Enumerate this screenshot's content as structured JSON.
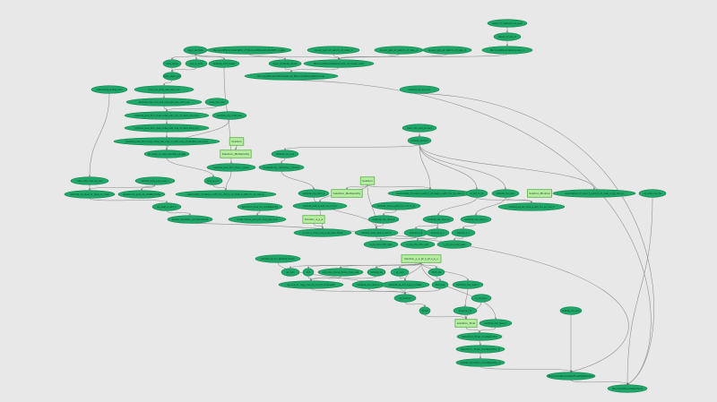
{
  "colors": {
    "background": "#e8e8e8",
    "node_fill": "#1fa86a",
    "box_fill": "#b6eda0",
    "edge": "#8a8a8a"
  },
  "nodes": [
    {
      "id": "t1",
      "label": "label_of_network_no_pad",
      "shape": "ellipse"
    },
    {
      "id": "t2",
      "label": "label_of_nk_id",
      "shape": "ellipse"
    },
    {
      "id": "t3",
      "label": "BernoulliParameterLinear_1",
      "shape": "ellipse"
    },
    {
      "id": "t4",
      "label": "layer_lambda",
      "shape": "ellipse"
    },
    {
      "id": "t5",
      "label": "BernoulliParameterWith_of_BernoulliParameterWith_logits",
      "shape": "ellipse"
    },
    {
      "id": "t6",
      "label": "linear_get_at_batch_of_size_1",
      "shape": "ellipse"
    },
    {
      "id": "t7",
      "label": "linear_get_at_batch_of_size_2",
      "shape": "ellipse"
    },
    {
      "id": "t8",
      "label": "linear_get_at_batch_of_size_3",
      "shape": "ellipse"
    },
    {
      "id": "e1",
      "label": "emb_apply",
      "shape": "ellipse"
    },
    {
      "id": "e2",
      "label": "pos_in_emb",
      "shape": "ellipse"
    },
    {
      "id": "e3",
      "label": "lambda_add_linear",
      "shape": "ellipse"
    },
    {
      "id": "e4",
      "label": "layer_lambda_linear",
      "shape": "ellipse"
    },
    {
      "id": "e5",
      "label": "BernoulliParameterLinear_of_linear_add",
      "shape": "ellipse"
    },
    {
      "id": "e6",
      "label": "emb_apply_pos",
      "shape": "ellipse"
    },
    {
      "id": "e7",
      "label": "BernoulliParameterLinear_of_BernoulliParameterLinear",
      "shape": "ellipse"
    },
    {
      "id": "a1",
      "label": "embedding_lookup_sum",
      "shape": "ellipse"
    },
    {
      "id": "a2",
      "label": "dual_pos_emb_add_add_one",
      "shape": "ellipse"
    },
    {
      "id": "a3",
      "label": "lambda_sq_res_sum",
      "shape": "ellipse"
    },
    {
      "id": "a4",
      "label": "lambda_dual_mul_sub_one_sub_pos_add_one",
      "shape": "ellipse"
    },
    {
      "id": "a5",
      "label": "cube_sub_one",
      "shape": "ellipse"
    },
    {
      "id": "a6",
      "label": "lambda_pow_four_dual_cube_sub_one_of_dual_sub_one",
      "shape": "ellipse"
    },
    {
      "id": "a7",
      "label": "lambda_res_dual_sub",
      "shape": "ellipse"
    },
    {
      "id": "a8",
      "label": "lambda_pow_four_dual_cube_add_one_of_dual_add_one",
      "shape": "ellipse"
    },
    {
      "id": "a9",
      "label": "beta_mul_one_primed",
      "shape": "ellipse"
    },
    {
      "id": "a10",
      "label": "lambda_pow_four_dual_cube_sub_one_or_add_one_of_lambda_res_dual",
      "shape": "ellipse"
    },
    {
      "id": "b1",
      "label": "Solution",
      "shape": "box"
    },
    {
      "id": "a11",
      "label": "lambda_primed",
      "shape": "ellipse"
    },
    {
      "id": "a12",
      "label": "at_cube_is_cube_lambda_single",
      "shape": "ellipse"
    },
    {
      "id": "b2",
      "label": "Solution_Multiplicity",
      "shape": "box"
    },
    {
      "id": "a13",
      "label": "lambda_res_one",
      "shape": "ellipse"
    },
    {
      "id": "a14",
      "label": "lambda_pow_four_dual_c_base",
      "shape": "ellipse"
    },
    {
      "id": "a15",
      "label": "multiplicity_lambda_c_finder",
      "shape": "ellipse"
    },
    {
      "id": "c1",
      "label": "cube_add_cube_sq_mul",
      "shape": "ellipse"
    },
    {
      "id": "c2",
      "label": "lambda_pow_pow_dual_c",
      "shape": "ellipse"
    },
    {
      "id": "c3",
      "label": "pos_re_mu",
      "shape": "ellipse"
    },
    {
      "id": "b3",
      "label": "Solution",
      "shape": "box"
    },
    {
      "id": "d1",
      "label": "lambda_sq_dual_or_dual_or_dual",
      "shape": "ellipse"
    },
    {
      "id": "d2",
      "label": "Solution1_pos_to_multiplicity",
      "shape": "ellipse"
    },
    {
      "id": "d3",
      "label": "associated_of_dual_a_add_mu_mul_b_of_dual_a_add_mu_sq_mul_b",
      "shape": "ellipse"
    },
    {
      "id": "d4",
      "label": "lambda_res_dual_a",
      "shape": "ellipse"
    },
    {
      "id": "b4",
      "label": "Solution_Multiplicity",
      "shape": "box"
    },
    {
      "id": "d5",
      "label": "associated_of_dual_a_add_b_of_dual_a_add_mu_sq_mul_b",
      "shape": "ellipse"
    },
    {
      "id": "d6",
      "label": "a_add_mu_b",
      "shape": "ellipse"
    },
    {
      "id": "d7",
      "label": "lambda_mu_zero",
      "shape": "ellipse"
    },
    {
      "id": "b5",
      "label": "Solution_Minimal",
      "shape": "box"
    },
    {
      "id": "d8",
      "label": "associated_of_dual_a_add_b_of_dual_a_sq_mul_b",
      "shape": "ellipse"
    },
    {
      "id": "d9",
      "label": "res_add_one_mu",
      "shape": "ellipse"
    },
    {
      "id": "f1",
      "label": "sq_dual_a_add_b",
      "shape": "ellipse"
    },
    {
      "id": "f2",
      "label": "Solution_pos_to_multiplicity",
      "shape": "ellipse"
    },
    {
      "id": "f3",
      "label": "lambda_dual_a_add_mu_mul_b",
      "shape": "ellipse"
    },
    {
      "id": "f4",
      "label": "lambda_dual_a_add_mu_mul_b_sq",
      "shape": "ellipse"
    },
    {
      "id": "f5",
      "label": "lambda_sq_mu_dual_a_add_mu_sq_mul_b",
      "shape": "ellipse"
    },
    {
      "id": "g1",
      "label": "exists_Solution_of_Solution0",
      "shape": "ellipse"
    },
    {
      "id": "g2",
      "label": "multi_minus_pos_pos_one_pos_one",
      "shape": "ellipse"
    },
    {
      "id": "b6",
      "label": "Solution_a_p_a",
      "shape": "box"
    },
    {
      "id": "g3",
      "label": "lambda_res_dual_b",
      "shape": "ellipse"
    },
    {
      "id": "g4",
      "label": "lambda_res_dual_a",
      "shape": "ellipse"
    },
    {
      "id": "g5",
      "label": "lambda_res_dual_c",
      "shape": "ellipse"
    },
    {
      "id": "h1",
      "label": "a_mul_p_mul_a_sq_a_sq_pow_three",
      "shape": "ellipse"
    },
    {
      "id": "h2",
      "label": "lambda_pow_dual_a_add_b",
      "shape": "ellipse"
    },
    {
      "id": "h3",
      "label": "expmul_a_b",
      "shape": "ellipse"
    },
    {
      "id": "h4",
      "label": "expmul_a_c",
      "shape": "ellipse"
    },
    {
      "id": "h5",
      "label": "expmul_b_c",
      "shape": "ellipse"
    },
    {
      "id": "i1",
      "label": "a_pq_one_mul_sqrt",
      "shape": "ellipse"
    },
    {
      "id": "i2",
      "label": "b_pq_one_mul_sqrt",
      "shape": "ellipse"
    },
    {
      "id": "i3",
      "label": "c_pq_one_mul_sqrt",
      "shape": "ellipse"
    },
    {
      "id": "j1",
      "label": "lambda_sq_mu_lambda_fourth",
      "shape": "ellipse"
    },
    {
      "id": "b7",
      "label": "Solution_p_a_pf_a_pf_a_p_u",
      "shape": "box"
    },
    {
      "id": "k1",
      "label": "sq_num",
      "shape": "ellipse"
    },
    {
      "id": "k2",
      "label": "nom",
      "shape": "ellipse"
    },
    {
      "id": "k3",
      "label": "not_pos_minus_three_dual_sub",
      "shape": "ellipse"
    },
    {
      "id": "k4",
      "label": "lambda_sq",
      "shape": "ellipse"
    },
    {
      "id": "k5",
      "label": "sq_num",
      "shape": "ellipse"
    },
    {
      "id": "k6",
      "label": "formula",
      "shape": "ellipse"
    },
    {
      "id": "l1",
      "label": "sq_one_or_neg_one_of_ord_of_conjugate",
      "shape": "ellipse"
    },
    {
      "id": "l2",
      "label": "lambda_res_dual_h",
      "shape": "ellipse"
    },
    {
      "id": "l3",
      "label": "lambda_sq_div_neg_b_mixed",
      "shape": "ellipse"
    },
    {
      "id": "l4",
      "label": "formula",
      "shape": "ellipse"
    },
    {
      "id": "l5",
      "label": "lambda_res_dual_f",
      "shape": "ellipse"
    },
    {
      "id": "m1",
      "label": "sq_summed",
      "shape": "ellipse"
    },
    {
      "id": "m2",
      "label": "b_sq_zero",
      "shape": "ellipse"
    },
    {
      "id": "m3",
      "label": "lambda_mu_zero",
      "shape": "ellipse"
    },
    {
      "id": "m4",
      "label": "final",
      "shape": "ellipse"
    },
    {
      "id": "m5",
      "label": "expmul_f_h",
      "shape": "ellipse"
    },
    {
      "id": "b8",
      "label": "Solution_final",
      "shape": "box"
    },
    {
      "id": "m6",
      "label": "lambda_res_dual_h",
      "shape": "ellipse"
    },
    {
      "id": "n1",
      "label": "Solution_final_multiplicity",
      "shape": "ellipse"
    },
    {
      "id": "n2",
      "label": "Solution_final_multiplicity_ll",
      "shape": "ellipse"
    },
    {
      "id": "n3",
      "label": "exists_Solution_multiplicity_ll",
      "shape": "ellipse"
    },
    {
      "id": "n4",
      "label": "BernoulliParameterFinalMultiplicity",
      "shape": "ellipse"
    },
    {
      "id": "n5",
      "label": "BernoulliParameterFinal",
      "shape": "ellipse"
    }
  ],
  "edges": [
    [
      "t1",
      "t2"
    ],
    [
      "t2",
      "t3"
    ],
    [
      "t4",
      "e1"
    ],
    [
      "t4",
      "e2"
    ],
    [
      "t4",
      "e3"
    ],
    [
      "t4",
      "e4"
    ],
    [
      "t5",
      "e5"
    ],
    [
      "t6",
      "e5"
    ],
    [
      "t7",
      "e5"
    ],
    [
      "t8",
      "e5"
    ],
    [
      "t3",
      "e5"
    ],
    [
      "e1",
      "e6"
    ],
    [
      "e2",
      "e6"
    ],
    [
      "e4",
      "e7"
    ],
    [
      "e5",
      "e7"
    ],
    [
      "e6",
      "a2"
    ],
    [
      "e3",
      "a14"
    ],
    [
      "a2",
      "a4"
    ],
    [
      "a4",
      "a6"
    ],
    [
      "a5",
      "a6"
    ],
    [
      "a6",
      "a8"
    ],
    [
      "a8",
      "a10"
    ],
    [
      "a10",
      "a12"
    ],
    [
      "b1",
      "b2"
    ],
    [
      "a7",
      "a12"
    ],
    [
      "a9",
      "a11"
    ],
    [
      "a11",
      "a13"
    ],
    [
      "a13",
      "a15"
    ],
    [
      "a11",
      "d5"
    ],
    [
      "a11",
      "d6"
    ],
    [
      "a11",
      "d8"
    ],
    [
      "a11",
      "d7"
    ],
    [
      "a1",
      "c1"
    ],
    [
      "c1",
      "d1"
    ],
    [
      "c2",
      "d1"
    ],
    [
      "c2",
      "d2"
    ],
    [
      "c3",
      "d3"
    ],
    [
      "a15",
      "d4"
    ],
    [
      "a12",
      "c3"
    ],
    [
      "a14",
      "d3"
    ],
    [
      "b3",
      "b4"
    ],
    [
      "b3",
      "d5"
    ],
    [
      "b3",
      "h2"
    ],
    [
      "b3",
      "f3"
    ],
    [
      "d1",
      "f1"
    ],
    [
      "f1",
      "g1"
    ],
    [
      "f2",
      "g2"
    ],
    [
      "d6",
      "f5"
    ],
    [
      "d7",
      "f5"
    ],
    [
      "d6",
      "g4"
    ],
    [
      "d7",
      "g5"
    ],
    [
      "d4",
      "h2"
    ],
    [
      "f3",
      "h1"
    ],
    [
      "b6",
      "h1"
    ],
    [
      "f4",
      "g3"
    ],
    [
      "g3",
      "h2"
    ],
    [
      "g4",
      "h3"
    ],
    [
      "g4",
      "h4"
    ],
    [
      "g5",
      "h5"
    ],
    [
      "h2",
      "i1"
    ],
    [
      "h3",
      "i1"
    ],
    [
      "h4",
      "i2"
    ],
    [
      "h5",
      "i3"
    ],
    [
      "b7",
      "k1"
    ],
    [
      "b7",
      "k2"
    ],
    [
      "b7",
      "k3"
    ],
    [
      "b7",
      "k4"
    ],
    [
      "b7",
      "k5"
    ],
    [
      "b7",
      "k6"
    ],
    [
      "b7",
      "l3"
    ],
    [
      "b7",
      "l5"
    ],
    [
      "b7",
      "m6"
    ],
    [
      "k2",
      "l1"
    ],
    [
      "k3",
      "l1"
    ],
    [
      "k4",
      "l1"
    ],
    [
      "k5",
      "l3"
    ],
    [
      "k6",
      "l4"
    ],
    [
      "j1",
      "m1"
    ],
    [
      "l1",
      "m1"
    ],
    [
      "l2",
      "m1"
    ],
    [
      "l3",
      "m1"
    ],
    [
      "l4",
      "m1"
    ],
    [
      "m1",
      "m4"
    ],
    [
      "m4",
      "b8"
    ],
    [
      "l5",
      "m5"
    ],
    [
      "m5",
      "b8"
    ],
    [
      "m2",
      "b8"
    ],
    [
      "b8",
      "n1"
    ],
    [
      "m6",
      "n1"
    ],
    [
      "n1",
      "n2"
    ],
    [
      "n2",
      "n3"
    ],
    [
      "n3",
      "n4"
    ],
    [
      "m3",
      "n4"
    ],
    [
      "n4",
      "n5"
    ],
    [
      "g1",
      "n4"
    ],
    [
      "a3",
      "n5"
    ],
    [
      "e7",
      "n5"
    ],
    [
      "d9",
      "n5"
    ]
  ]
}
